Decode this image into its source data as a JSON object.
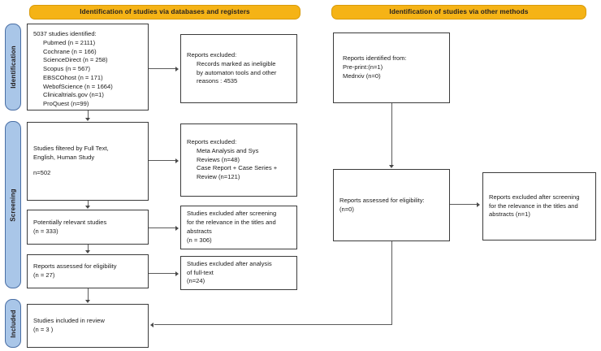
{
  "diagram": {
    "title": "PRISMA flow diagram",
    "accent_yellow": "#f5b316",
    "accent_blue": "#a9c6e8",
    "box_border": "#3b3b3b",
    "line_color": "#5a5a5a"
  },
  "banners": [
    {
      "id": "databases",
      "label": "Identification of studies via databases and registers"
    },
    {
      "id": "other",
      "label": "Identification of studies via other methods"
    }
  ],
  "stages": [
    {
      "id": "identification",
      "label": "Identification"
    },
    {
      "id": "screening",
      "label": "Screening"
    },
    {
      "id": "included",
      "label": "Included"
    }
  ],
  "boxes": {
    "identified": {
      "heading": "5037 studies identified:",
      "sources": [
        "Pubmed (n = 2111)",
        "Cochrane (n = 166)",
        "ScienceDirect (n = 258)",
        "Scopus (n = 567)",
        "EBSCOhost (n = 171)",
        "WebofScience (n = 1664)",
        "Clinicaltrials.gov (n=1)",
        "ProQuest (n=99)"
      ]
    },
    "excluded_automation": {
      "heading": "Reports excluded:",
      "lines": [
        "Records marked as ineligible",
        "by automaton tools and other",
        "reasons : 4535"
      ]
    },
    "filtered": {
      "line1": "Studies filtered by Full Text,",
      "line2": "English, Human Study",
      "count": "n=502"
    },
    "excluded_types": {
      "heading": "Reports excluded:",
      "lines": [
        "Meta Analysis and Sys",
        "Reviews (n=48)",
        "Case Report + Case Series +",
        "Review (n=121)"
      ]
    },
    "potentially_relevant": {
      "line1": "Potentially relevant studies",
      "count": "(n = 333)"
    },
    "excluded_titles": {
      "lines": [
        "Studies excluded after screening",
        "for the relevance in the titles and",
        "abstracts"
      ],
      "count": "(n = 306)"
    },
    "assessed_eligibility": {
      "line1": "Reports assessed for eligibility",
      "count": "(n = 27)"
    },
    "excluded_fulltext": {
      "lines": [
        "Studies excluded after analysis",
        "of full-text"
      ],
      "count": "(n=24)"
    },
    "included_review": {
      "line1": "Studies included in review",
      "count": "(n = 3 )"
    },
    "other_identified": {
      "heading": "Reports identified from:",
      "lines": [
        "Pre-print:(n=1)",
        "Medrxiv (n=0)"
      ]
    },
    "other_assessed": {
      "line1": "Reports assessed for eligibility:",
      "count": "(n=0)"
    },
    "other_excluded": {
      "lines": [
        "Reports excluded after screening",
        "for the relevance in the titles and",
        "abstracts (n=1)"
      ]
    }
  }
}
